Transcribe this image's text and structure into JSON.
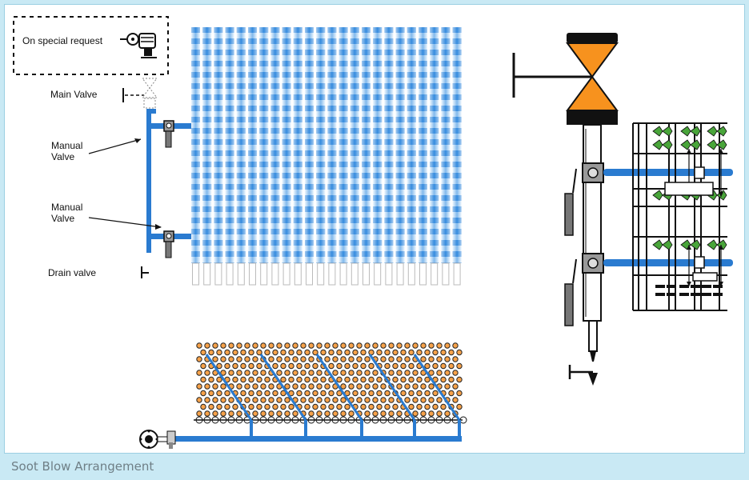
{
  "caption": "Soot Blow Arrangement",
  "labels": {
    "special_request": "On special request",
    "main_valve": "Main Valve",
    "manual_valve_1_line1": "Manual",
    "manual_valve_1_line2": "Valve",
    "manual_valve_2_line1": "Manual",
    "manual_valve_2_line2": "Valve",
    "drain_valve": "Drain valve"
  },
  "colors": {
    "pipe": "#2a7bd0",
    "tube_stripe": "#3a8fe0",
    "valve_orange": "#f7921e",
    "tube_dot": "#8a4a10"
  },
  "icons": {
    "special_request": "actuator-icon",
    "main_valve": "valve-icon",
    "manual_valves": "valve-handle-icon",
    "inlet_flange": "flange-icon",
    "butterfly_valve": "butterfly-valve-icon"
  }
}
